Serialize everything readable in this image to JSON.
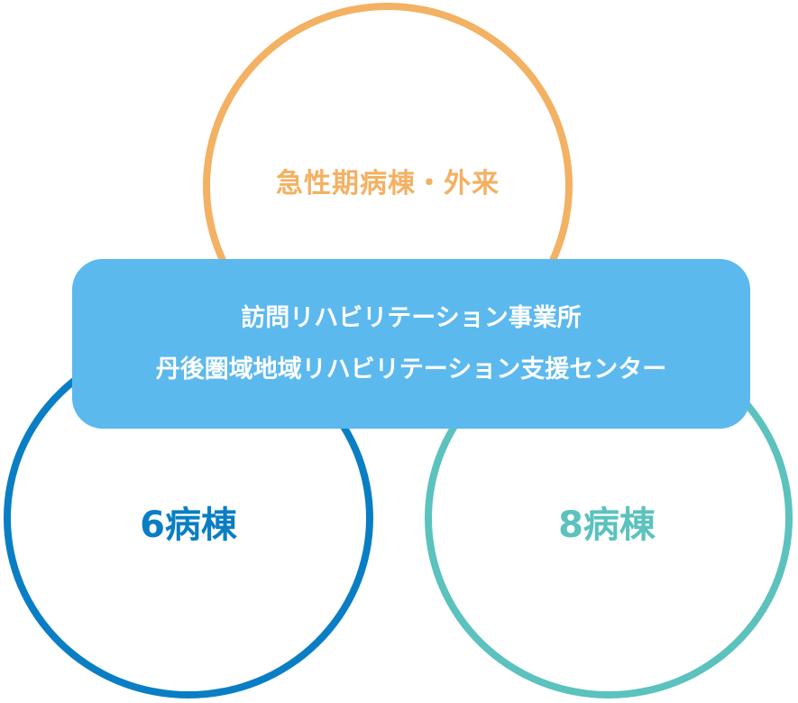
{
  "colors": {
    "top": "#f3b163",
    "left": "#0a7ec4",
    "right": "#5bc2be",
    "center_box": "#5bb9ee",
    "center_text": "#ffffff"
  },
  "circles": {
    "top": {
      "label": "急性期病棟・外来"
    },
    "left": {
      "label": "6病棟"
    },
    "right": {
      "label": "8病棟"
    }
  },
  "center": {
    "line1": "訪問リハビリテーション事業所",
    "line2": "丹後圏域地域リハビリテーション支援センター"
  }
}
